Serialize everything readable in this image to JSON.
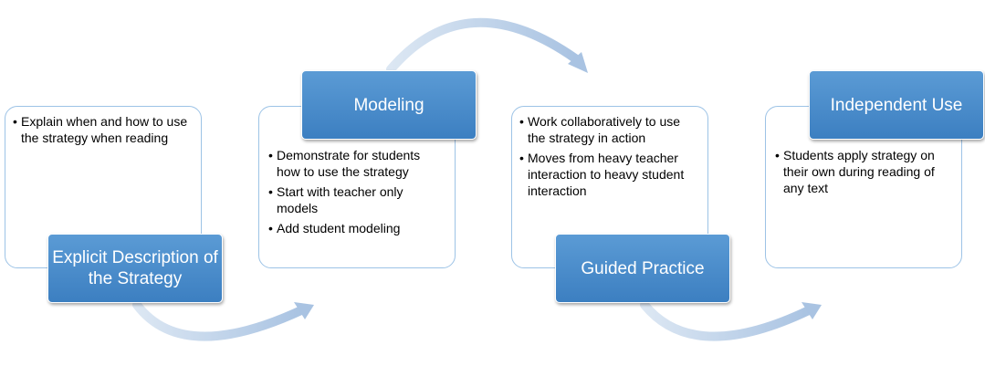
{
  "steps": [
    {
      "title": "Explicit Description of the Strategy",
      "bullets": [
        "Explain when and how to use the strategy when reading"
      ]
    },
    {
      "title": "Modeling",
      "bullets": [
        "Demonstrate for students how to use the strategy",
        "Start with teacher only models",
        "Add student modeling"
      ]
    },
    {
      "title": "Guided Practice",
      "bullets": [
        "Work collaboratively to use the strategy in action",
        "Moves from heavy teacher interaction to heavy student interaction"
      ]
    },
    {
      "title": "Independent Use",
      "bullets": [
        "Students apply strategy on their own during reading of any text"
      ]
    }
  ],
  "colors": {
    "header_fill": "#5b9bd5",
    "panel_border": "#9dc3e6",
    "arrow": "#b4cbe6"
  }
}
